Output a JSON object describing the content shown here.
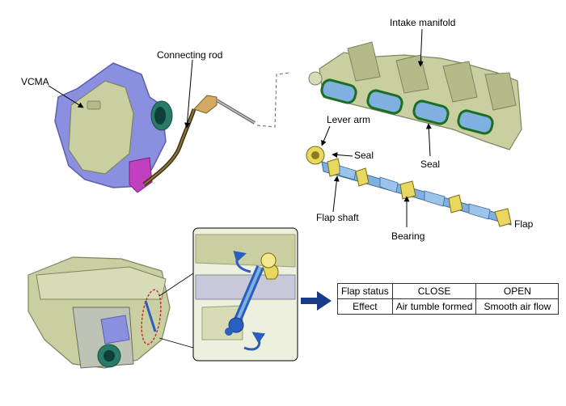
{
  "labels": {
    "vcma": "VCMA",
    "connecting_rod": "Connecting rod",
    "intake_manifold": "Intake manifold",
    "lever_arm": "Lever arm",
    "seal_left": "Seal",
    "seal_right": "Seal",
    "flap_shaft": "Flap shaft",
    "bearing": "Bearing",
    "flap": "Flap"
  },
  "table": {
    "header": [
      "Flap status",
      "CLOSE",
      "OPEN"
    ],
    "row": [
      "Effect",
      "Air tumble formed",
      "Smooth air flow"
    ]
  },
  "colors": {
    "vcma_body": "#8a8fe0",
    "manifold": "#c9cfa0",
    "manifold_dark": "#9aa070",
    "seal": "#1a6f20",
    "flap_blue": "#7fb0e0",
    "bearing_yellow": "#e8d860",
    "arrow_navy": "#1a3a8a",
    "rotation_blue": "#2a5fbf",
    "magenta": "#c040c0"
  }
}
